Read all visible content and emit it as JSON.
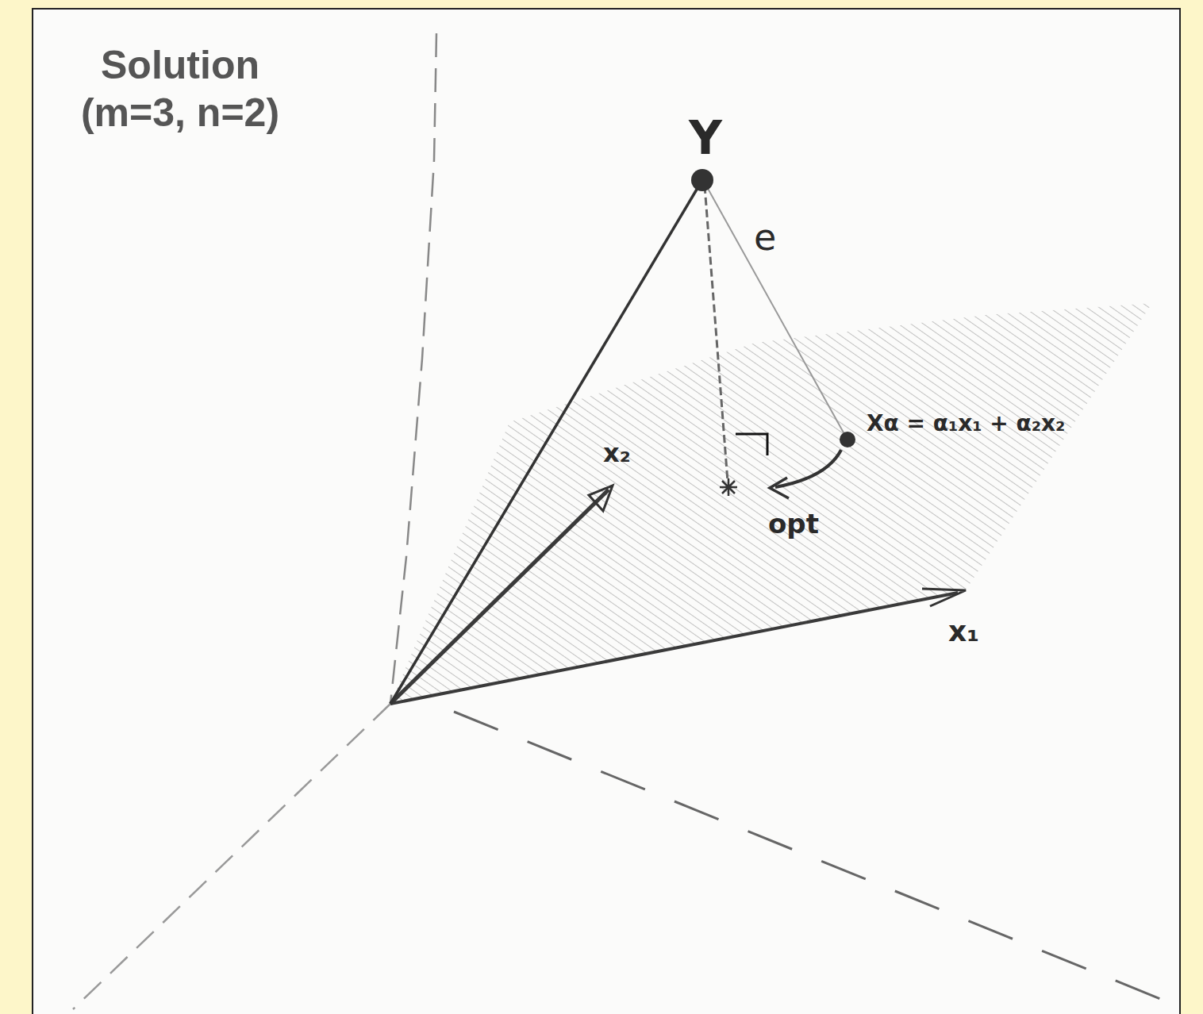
{
  "diagram": {
    "title": "Solution (m=3, n=2)",
    "labels": [
      "Y",
      "e",
      "x₂",
      "x₁",
      "Xα = α₁x₁ + α₂x₂",
      "opt"
    ]
  }
}
